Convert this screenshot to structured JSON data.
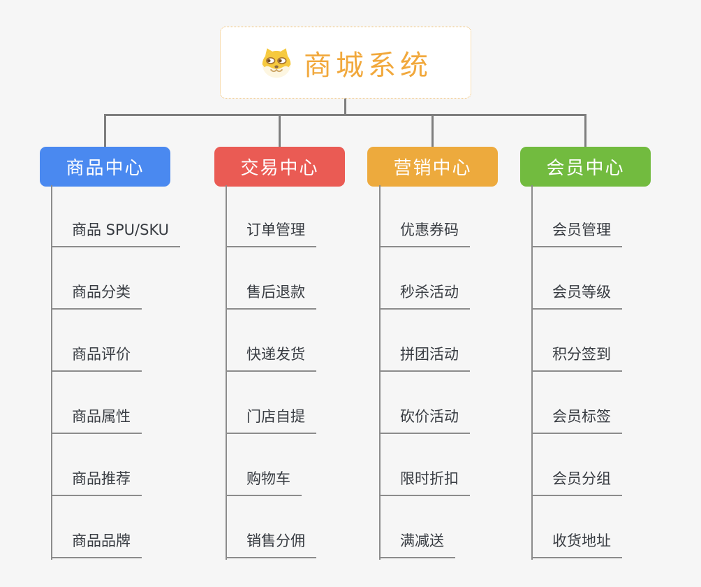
{
  "root": {
    "title": "商城系统",
    "icon": "shiba-dog-face-icon"
  },
  "branches": [
    {
      "label": "商品中心",
      "color": "#4a89f0",
      "items": [
        "商品 SPU/SKU",
        "商品分类",
        "商品评价",
        "商品属性",
        "商品推荐",
        "商品品牌"
      ]
    },
    {
      "label": "交易中心",
      "color": "#ea5b54",
      "items": [
        "订单管理",
        "售后退款",
        "快递发货",
        "门店自提",
        "购物车",
        "销售分佣"
      ]
    },
    {
      "label": "营销中心",
      "color": "#edaa3d",
      "items": [
        "优惠券码",
        "秒杀活动",
        "拼团活动",
        "砍价活动",
        "限时折扣",
        "满减送"
      ]
    },
    {
      "label": "会员中心",
      "color": "#72bb3f",
      "items": [
        "会员管理",
        "会员等级",
        "积分签到",
        "会员标签",
        "会员分组",
        "收货地址"
      ]
    }
  ],
  "colors": {
    "root_accent": "#f1a83c",
    "root_border": "#f0bd6a",
    "connector": "#7e7e7e",
    "leaf_line": "#8c8c8c",
    "leaf_text": "#383c42",
    "background": "#f6f6f6"
  }
}
